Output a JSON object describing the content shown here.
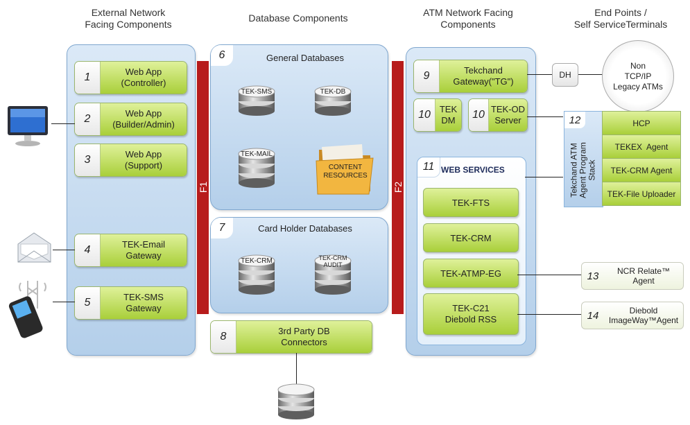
{
  "headers": {
    "external": [
      "External Network",
      "Facing Components"
    ],
    "database": "Database Components",
    "atm": [
      "ATM Network Facing",
      "Components"
    ],
    "endpoints": [
      "End Points /",
      "Self ServiceTerminals"
    ]
  },
  "external_components": [
    {
      "num": "1",
      "l1": "Web App",
      "l2": "(Controller)"
    },
    {
      "num": "2",
      "l1": "Web App",
      "l2": "(Builder/Admin)"
    },
    {
      "num": "3",
      "l1": "Web App",
      "l2": "(Support)"
    },
    {
      "num": "4",
      "l1": "TEK-Email",
      "l2": "Gateway"
    },
    {
      "num": "5",
      "l1": "TEK-SMS",
      "l2": "Gateway"
    }
  ],
  "firewalls": {
    "f1": "F1",
    "f2": "F2"
  },
  "general_db": {
    "num": "6",
    "title": "General Databases",
    "items": [
      "TEK-SMS",
      "TEK-DB",
      "TEK-MAIL"
    ],
    "folder": [
      "CONTENT",
      "RESOURCES"
    ]
  },
  "card_db": {
    "num": "7",
    "title": "Card Holder Databases",
    "items": [
      "TEK-CRM"
    ],
    "audit": [
      "TEK-CRM",
      "AUDIT"
    ]
  },
  "third_party": {
    "num": "8",
    "l1": "3rd Party DB",
    "l2": "Connectors"
  },
  "atm_components": {
    "gateway": {
      "num": "9",
      "l1": "Tekchand",
      "l2": "Gateway(\"TG\")"
    },
    "dm": {
      "num": "10",
      "l1": "TEK",
      "l2": "DM"
    },
    "od": {
      "num": "10",
      "l1": "TEK-OD",
      "l2": "Server"
    }
  },
  "web_services": {
    "num": "11",
    "title": "WEB SERVICES",
    "items": [
      {
        "l1": "TEK-FTS",
        "l2": ""
      },
      {
        "l1": "TEK-CRM",
        "l2": ""
      },
      {
        "l1": "TEK-ATMP-EG",
        "l2": ""
      },
      {
        "l1": "TEK-C21",
        "l2": "Diebold RSS"
      }
    ]
  },
  "endpoints": {
    "dh": "DH",
    "legacy": [
      "Non",
      "TCP/IP",
      "Legacy ATMs"
    ],
    "stack": {
      "num": "12",
      "label": [
        "Tekchand ATM",
        "Agent Program",
        "Stack"
      ],
      "items": [
        "HCP",
        "TEKEX  Agent",
        "TEK-CRM Agent",
        "TEK-File Uploader"
      ]
    },
    "ncr": {
      "num": "13",
      "l1": "NCR Relate™",
      "l2": "Agent"
    },
    "diebold": {
      "num": "14",
      "l1": "Diebold",
      "l2": "ImageWay™Agent"
    }
  },
  "icons": [
    "monitor-icon",
    "envelope-icon",
    "mobile-phone-icon",
    "database-icon",
    "folder-icon"
  ]
}
